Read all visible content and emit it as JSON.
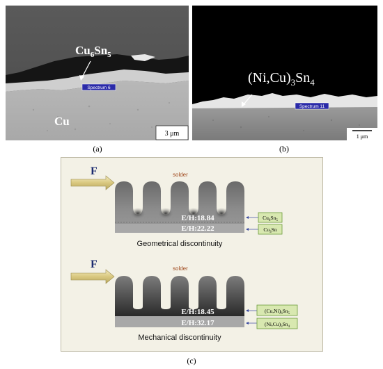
{
  "panel_a": {
    "caption": "(a)",
    "phase_label": "Cu6Sn5",
    "phase_base": "Cu",
    "phase_sub1": "6",
    "phase_mid": "Sn",
    "phase_sub2": "5",
    "spectrum_label": "Spectrum 6",
    "substrate_label": "Cu",
    "scale_bar": "3 μm"
  },
  "panel_b": {
    "caption": "(b)",
    "phase_label": "(Ni,Cu)3Sn4",
    "phase_base": "(Ni,Cu)",
    "phase_sub1": "3",
    "phase_mid": "Sn",
    "phase_sub2": "4",
    "spectrum_label": "Spectrum 11",
    "scale_bar": "1 μm"
  },
  "panel_c": {
    "caption": "(c)",
    "top": {
      "force_label": "F",
      "solder_label": "solder",
      "eh_upper": "E/H:18.84",
      "eh_lower": "E/H:22.22",
      "box_upper_base": "Cu",
      "box_upper_sub1": "6",
      "box_upper_mid": "Sn",
      "box_upper_sub2": "5",
      "box_lower_base": "Cu",
      "box_lower_sub1": "3",
      "box_lower_mid": "Sn",
      "title": "Geometrical discontinuity"
    },
    "bottom": {
      "force_label": "F",
      "solder_label": "solder",
      "eh_upper": "E/H:18.45",
      "eh_lower": "E/H:32.17",
      "box_upper_base": "(Cu,Ni)",
      "box_upper_sub1": "6",
      "box_upper_mid": "Sn",
      "box_upper_sub2": "5",
      "box_lower_base": "(Ni,Cu)",
      "box_lower_sub1": "3",
      "box_lower_mid": "Sn",
      "box_lower_sub2": "4",
      "title": "Mechanical discontinuity"
    }
  },
  "colors": {
    "diagram_bg": "#f3f1e6",
    "force_label": "#1a2a6e",
    "solder_label": "#a04a1e",
    "box_fill": "#d8e8b0",
    "box_stroke": "#6a9a3a",
    "arrow_fill": "#e8dca0",
    "spectrum_bg": "#2a2aa8"
  }
}
